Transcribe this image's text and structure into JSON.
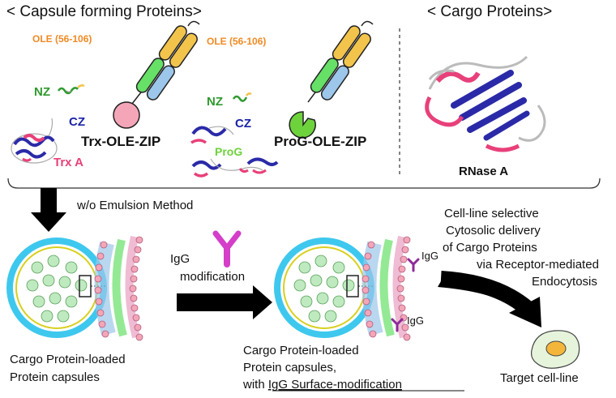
{
  "headers": {
    "capsule": "< Capsule forming Proteins>",
    "cargo": "< Cargo Proteins>"
  },
  "labels": {
    "ole1": "OLE (56-106)",
    "ole2": "OLE (56-106)",
    "nz1": "NZ",
    "nz2": "NZ",
    "cz1": "CZ",
    "cz2": "CZ",
    "trxa": "Trx A",
    "trx_ole_zip": "Trx-OLE-ZIP",
    "prog": "ProG",
    "prog_ole_zip": "ProG-OLE-ZIP",
    "rnase": "RNase A"
  },
  "flow": {
    "method": "w/o Emulsion Method",
    "igg_mod_1": "IgG",
    "igg_mod_2": "modification",
    "igg_surface_1": "IgG",
    "igg_surface_2": "IgG",
    "capsule1_line1": "Cargo Protein-loaded",
    "capsule1_line2": "Protein capsules",
    "capsule2_line1": "Cargo Protein-loaded",
    "capsule2_line2": "Protein capsules,",
    "capsule2_line3_prefix": "with ",
    "capsule2_line3_underlined": "IgG Surface-modification",
    "delivery_line1": "Cell-line selective",
    "delivery_line2": "Cytosolic delivery",
    "delivery_line3": "of Cargo Proteins",
    "delivery_line4": "via Receptor-mediated",
    "delivery_line5": "Endocytosis",
    "target": "Target cell-line"
  },
  "colors": {
    "ole_orange": "#f08a24",
    "nz_green": "#2e9a2e",
    "cz_blue": "#1a22a8",
    "trx_pink": "#e8407a",
    "prog_green": "#6ed23c",
    "helix_yellow": "#f2c44c",
    "helix_green": "#66e066",
    "helix_blue": "#9cc6ea",
    "trx_circle": "#f4a6b8",
    "igg_magenta": "#d43ec8",
    "capsule_cyan": "#3ec8ee",
    "cargo_green": "#bfeac0",
    "cell_yellow": "#f4b63a"
  }
}
